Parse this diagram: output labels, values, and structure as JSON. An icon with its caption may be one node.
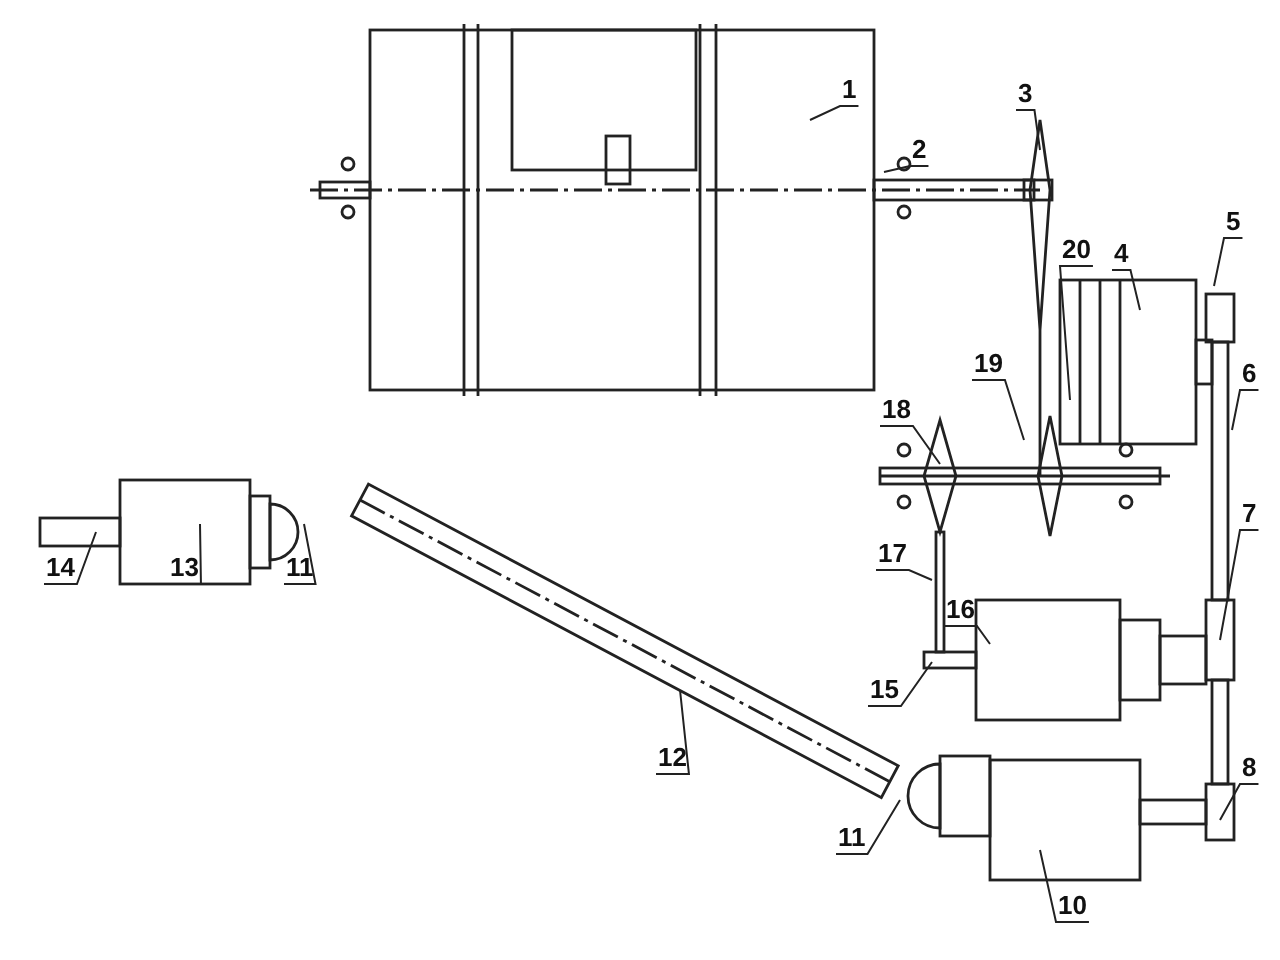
{
  "diagram": {
    "nodes": [
      {
        "text": [
          "1"
        ]
      },
      {
        "text": [
          "3"
        ]
      },
      {
        "text": [
          "2"
        ]
      },
      {
        "text": [
          "5"
        ]
      },
      {
        "text": [
          "4"
        ]
      },
      {
        "text": [
          "19"
        ]
      },
      {
        "text": [
          "20"
        ]
      },
      {
        "text": [
          "6"
        ]
      },
      {
        "text": [
          "18"
        ]
      },
      {
        "text": [
          "7"
        ]
      },
      {
        "text": [
          "17"
        ]
      },
      {
        "text": [
          "14"
        ]
      },
      {
        "text": [
          "13"
        ]
      },
      {
        "text": [
          "11"
        ]
      },
      {
        "text": [
          "16"
        ]
      },
      {
        "text": [
          "15"
        ]
      },
      {
        "text": [
          "12"
        ]
      },
      {
        "text": [
          "8"
        ]
      },
      {
        "text": [
          "11"
        ]
      },
      {
        "text": [
          "10"
        ]
      }
    ],
    "edges": [
      {
        "from": 0,
        "to": null,
        "arrow": "none"
      },
      {
        "from": 1,
        "to": null,
        "arrow": "none"
      },
      {
        "from": 2,
        "to": null,
        "arrow": "none"
      },
      {
        "from": 3,
        "to": null,
        "arrow": "none"
      },
      {
        "from": 4,
        "to": null,
        "arrow": "none"
      },
      {
        "from": 5,
        "to": null,
        "arrow": "none"
      },
      {
        "from": 6,
        "to": null,
        "arrow": "none"
      },
      {
        "from": 7,
        "to": null,
        "arrow": "none"
      },
      {
        "from": 8,
        "to": null,
        "arrow": "none"
      },
      {
        "from": 9,
        "to": null,
        "arrow": "none"
      },
      {
        "from": 10,
        "to": null,
        "arrow": "none"
      },
      {
        "from": 11,
        "to": null,
        "arrow": "none"
      },
      {
        "from": 12,
        "to": null,
        "arrow": "none"
      },
      {
        "from": 13,
        "to": null,
        "arrow": "none"
      },
      {
        "from": 14,
        "to": null,
        "arrow": "none"
      },
      {
        "from": 15,
        "to": null,
        "arrow": "none"
      },
      {
        "from": 16,
        "to": null,
        "arrow": "none"
      },
      {
        "from": 17,
        "to": null,
        "arrow": "none"
      },
      {
        "from": 18,
        "to": null,
        "arrow": "none"
      },
      {
        "from": 19,
        "to": null,
        "arrow": "none"
      }
    ]
  }
}
